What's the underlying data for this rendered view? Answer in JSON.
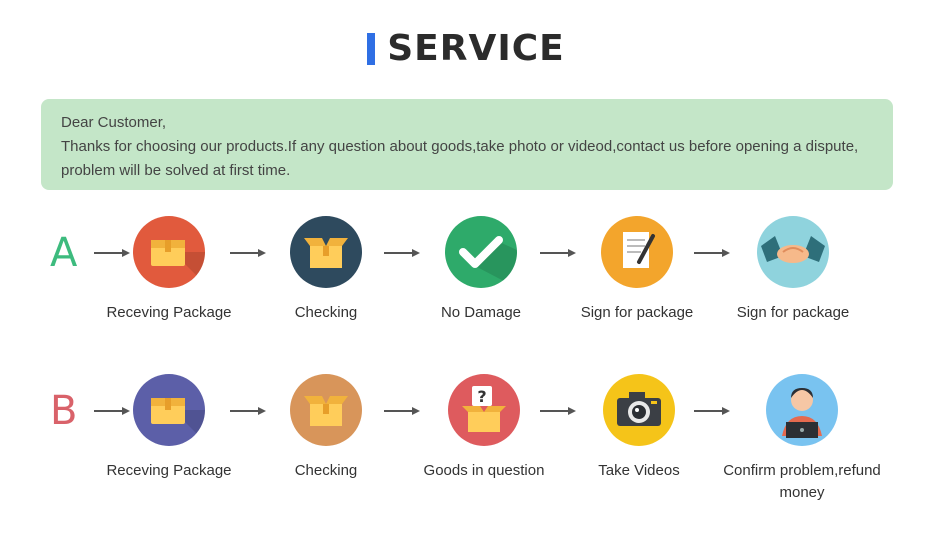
{
  "header": {
    "title": "SERVICE",
    "accent_color": "#2f6fe4"
  },
  "notice": {
    "greeting": "Dear Customer,",
    "line1": "Thanks for choosing our products.If any question about goods,take photo or videod,contact us before opening a dispute,",
    "line2": "problem will be solved at first time."
  },
  "rows": [
    {
      "letter": "A",
      "letter_color": "#3dbb7e",
      "steps": [
        {
          "label": "Receving Package",
          "icon": "package-icon",
          "color": "#e15a3d"
        },
        {
          "label": "Checking",
          "icon": "open-box-icon",
          "color": "#2e4a5e"
        },
        {
          "label": "No Damage",
          "icon": "checkmark-icon",
          "color": "#2eaa6a"
        },
        {
          "label": "Sign for package",
          "icon": "document-pen-icon",
          "color": "#f3a52c"
        },
        {
          "label": "Sign for package",
          "icon": "handshake-icon",
          "color": "#8fd3dd"
        }
      ]
    },
    {
      "letter": "B",
      "letter_color": "#d9626a",
      "steps": [
        {
          "label": "Receving Package",
          "icon": "package-icon",
          "color": "#5c5fa8"
        },
        {
          "label": "Checking",
          "icon": "open-box-icon",
          "color": "#d8955a"
        },
        {
          "label": "Goods in question",
          "icon": "question-box-icon",
          "color": "#de5b5e"
        },
        {
          "label": "Take Videos",
          "icon": "camera-icon",
          "color": "#f5c419"
        },
        {
          "label": "Confirm problem,refund money",
          "icon": "support-agent-icon",
          "color": "#79c3f0"
        }
      ]
    }
  ]
}
